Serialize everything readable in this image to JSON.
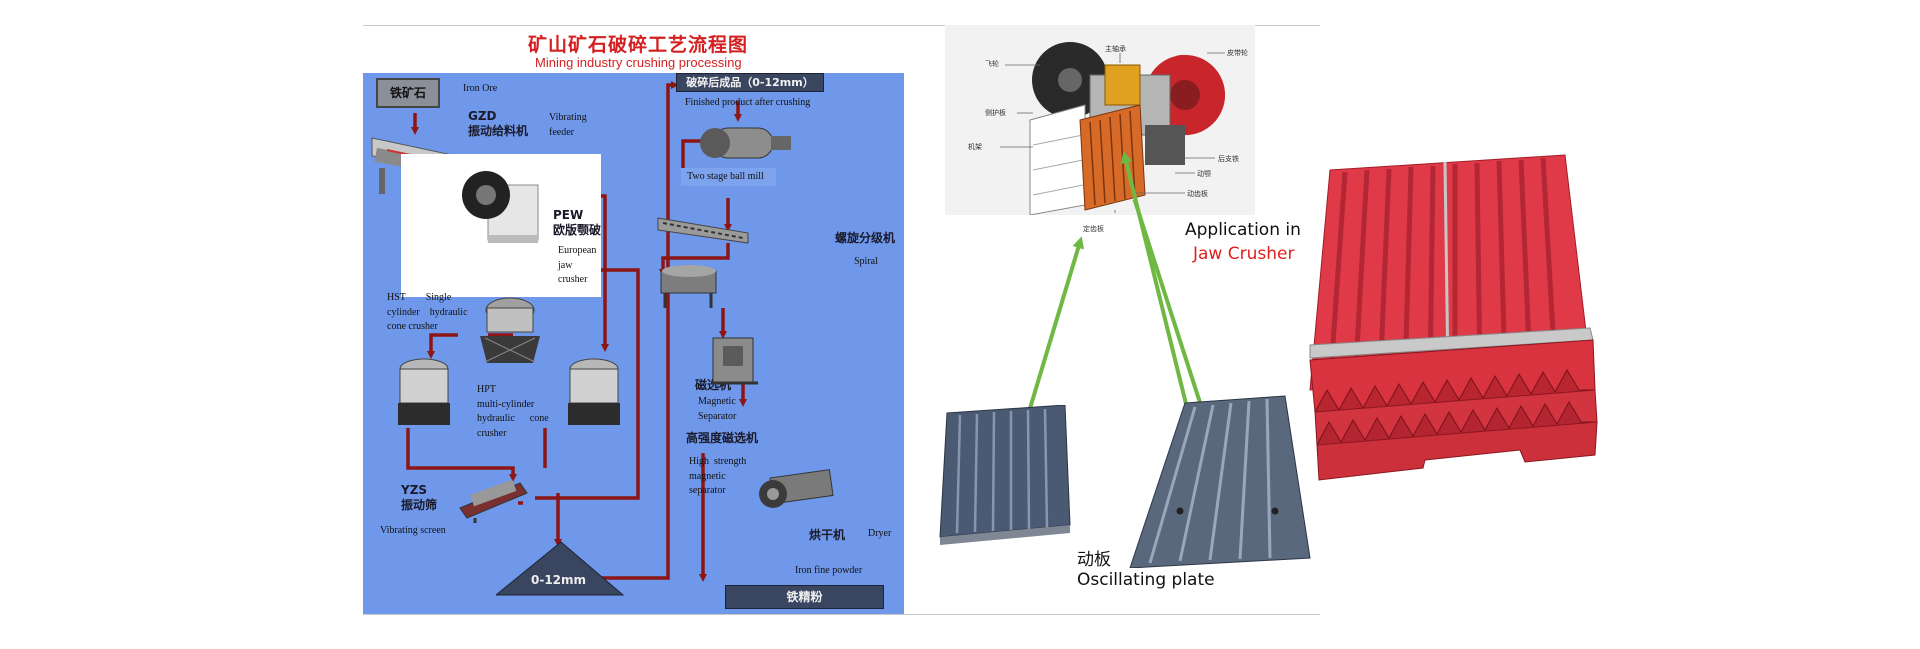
{
  "title": {
    "cn": "矿山矿石破碎工艺流程图",
    "en": "Mining industry crushing processing"
  },
  "flow": {
    "iron_ore": {
      "cn": "铁矿石",
      "en": "Iron Ore"
    },
    "feeder": {
      "cn": "GZD\n振动给料机",
      "en": "Vibrating\nfeeder"
    },
    "jaw": {
      "cn": "PEW\n欧版颚破",
      "en": "European\njaw\ncrusher"
    },
    "hst": {
      "en": "HST        Single\ncylinder    hydraulic\ncone crusher"
    },
    "hpt": {
      "en": "HPT\nmulti-cylinder\nhydraulic      cone\ncrusher"
    },
    "screen": {
      "cn": "YZS\n振动筛",
      "en": "Vibrating screen"
    },
    "pile": {
      "cn": "0-12mm"
    },
    "product": {
      "cn": "破碎后成品（0-12mm）",
      "en": "Finished product after crushing"
    },
    "ball_mill": {
      "en": "Two stage ball mill"
    },
    "spiral": {
      "cn": "螺旋分级机",
      "en": "Spiral"
    },
    "magnetic": {
      "cn": "磁选机",
      "en": "Magnetic\nSeparator"
    },
    "high_magnetic": {
      "cn": "高强度磁选机",
      "en": "High  strength\nmagnetic\nseparator"
    },
    "dryer": {
      "cn": "烘干机",
      "en": "Dryer"
    },
    "powder": {
      "en": "Iron fine powder"
    },
    "concentrate": {
      "cn": "铁精粉"
    }
  },
  "crusher_diagram": {
    "callouts": [
      "飞轮",
      "主轴承",
      "皮带轮",
      "侧护板",
      "机架",
      "后支铁",
      "动颚",
      "动齿板",
      "定齿板"
    ]
  },
  "application": {
    "line1": "Application in",
    "line2": "Jaw Crusher"
  },
  "plate": {
    "cn": "动板",
    "en": "Oscillating plate"
  },
  "colors": {
    "panel": "#6f98ea",
    "arrow_red": "#8e1515",
    "arrow_green": "#1e8a4a",
    "green_pointer": "#6eb843",
    "accent_red": "#e02020",
    "plate_red": "#d8333f"
  }
}
